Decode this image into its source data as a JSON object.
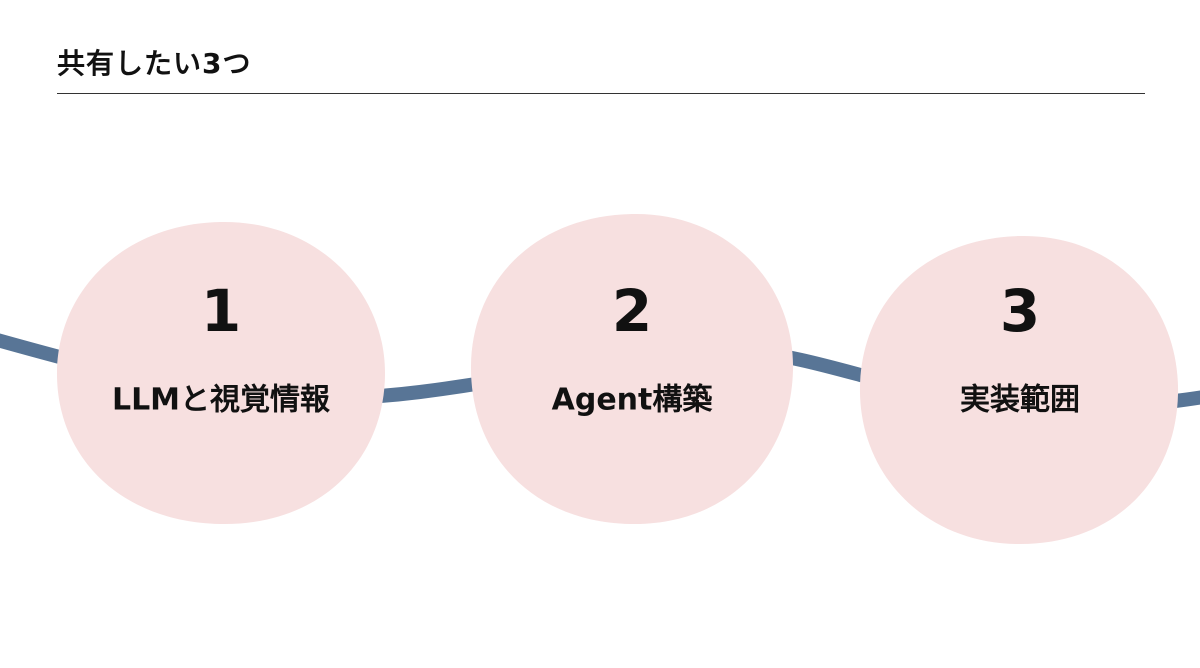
{
  "title": "共有したい3つ",
  "colors": {
    "connector": "#587596",
    "circle_fill": "#f7e0e0",
    "text": "#111111"
  },
  "steps": [
    {
      "number": "1",
      "label": "LLMと視覚情報"
    },
    {
      "number": "2",
      "label": "Agent構築"
    },
    {
      "number": "3",
      "label": "実装範囲"
    }
  ]
}
